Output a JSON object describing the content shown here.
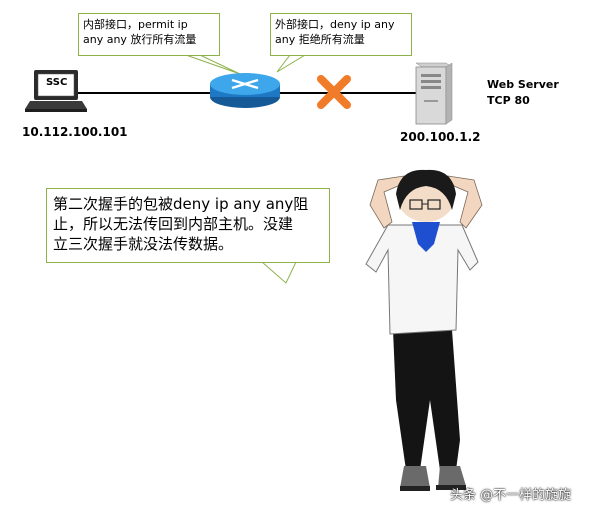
{
  "callout_internal": {
    "line1": "内部接口，permit ip",
    "line2": "any any 放行所有流量"
  },
  "callout_external": {
    "line1": "外部接口，deny ip any",
    "line2": "any 拒绝所有流量"
  },
  "laptop": {
    "screen_label": "SSC",
    "ip": "10.112.100.101"
  },
  "server": {
    "name": "Web Server",
    "port": "TCP  80",
    "ip": "200.100.1.2"
  },
  "speech": {
    "line1": "第二次握手的包被deny ip any any阻",
    "line2": "止，所以无法传回到内部主机。没建",
    "line3": "立三次握手就没法传数据。"
  },
  "watermark": "头条 @不一样的旋旋",
  "colors": {
    "callout_border": "#8db24a",
    "router_blue": "#2a8fd6",
    "block_x": "#f07c2a",
    "collar_blue": "#1f4fd1"
  }
}
